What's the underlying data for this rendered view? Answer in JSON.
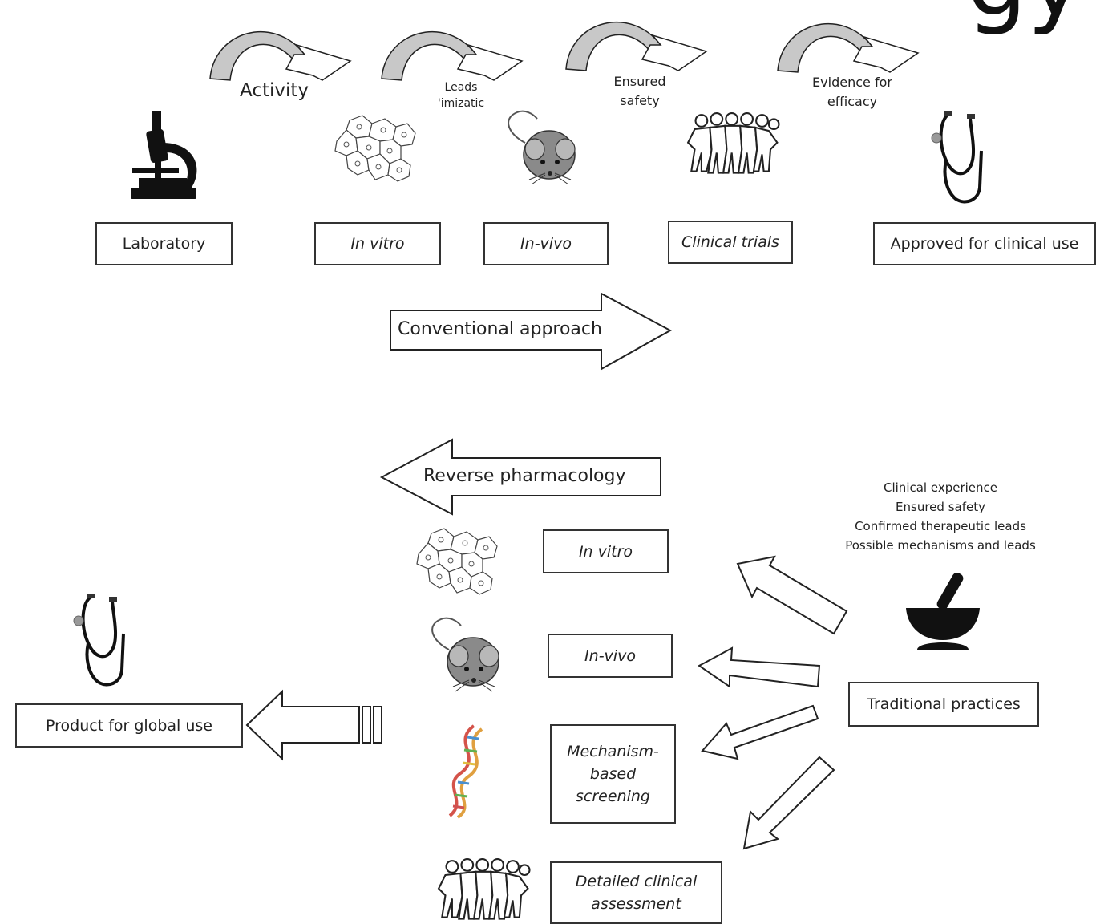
{
  "partial_heading_glyph": "gy",
  "conventional": {
    "arrow_label": "Conventional approach",
    "step_labels": {
      "activity": "Activity",
      "leads": "Leads\n'imizatic",
      "safety": "Ensured\nsafety",
      "efficacy": "Evidence for\nefficacy"
    },
    "stages": {
      "laboratory": "Laboratory",
      "in_vitro": "In vitro",
      "in_vivo": "In-vivo",
      "clinical_trials": "Clinical trials",
      "approved": "Approved for clinical use"
    }
  },
  "reverse": {
    "arrow_label": "Reverse pharmacology",
    "knowledge": [
      "Clinical experience",
      "Ensured safety",
      "Confirmed therapeutic leads",
      "Possible mechanisms and leads"
    ],
    "traditional": "Traditional practices",
    "stages": {
      "in_vitro": "In vitro",
      "in_vivo": "In-vivo",
      "mechanism": "Mechanism-\nbased\nscreening",
      "clinical": "Detailed clinical\nassessment"
    },
    "product": "Product for global use"
  },
  "icons": [
    "microscope-icon",
    "cells-icon",
    "mouse-icon",
    "people-group-icon",
    "stethoscope-icon",
    "mortar-pestle-icon",
    "dna-helix-icon"
  ],
  "colors": {
    "arrow_fill_gray": "#c8c8c8",
    "outline": "#222222"
  }
}
